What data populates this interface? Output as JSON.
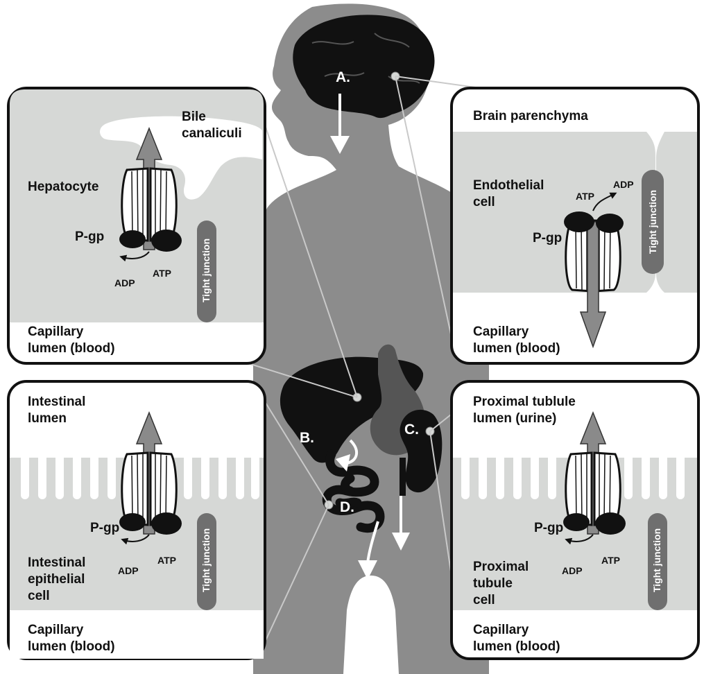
{
  "organs": {
    "brain": "A.",
    "liver": "B.",
    "kidney": "C.",
    "intestine": "D."
  },
  "liver_panel": {
    "apical": "Bile\ncanaliculi",
    "cell": "Hepatocyte",
    "transporter": "P-gp",
    "adp": "ADP",
    "atp": "ATP",
    "junction": "Tight junction",
    "basal": "Capillary\nlumen (blood)"
  },
  "brain_panel": {
    "apical": "Brain parenchyma",
    "cell": "Endothelial\ncell",
    "transporter": "P-gp",
    "adp": "ADP",
    "atp": "ATP",
    "junction": "Tight junction",
    "basal": "Capillary\nlumen (blood)"
  },
  "intestine_panel": {
    "apical": "Intestinal\nlumen",
    "cell": "Intestinal\nepithelial\ncell",
    "transporter": "P-gp",
    "adp": "ADP",
    "atp": "ATP",
    "junction": "Tight junction",
    "basal": "Capillary\nlumen (blood)"
  },
  "kidney_panel": {
    "apical": "Proximal tublule\nlumen (urine)",
    "cell": "Proximal\ntubule\ncell",
    "transporter": "P-gp",
    "adp": "ADP",
    "atp": "ATP",
    "junction": "Tight junction",
    "basal": "Capillary\nlumen (blood)"
  },
  "colors": {
    "body": "#8c8c8c",
    "cell": "#d6d8d6",
    "organ": "#111111",
    "junction": "#6f6f6f",
    "arrow": "#8a8a8a"
  }
}
